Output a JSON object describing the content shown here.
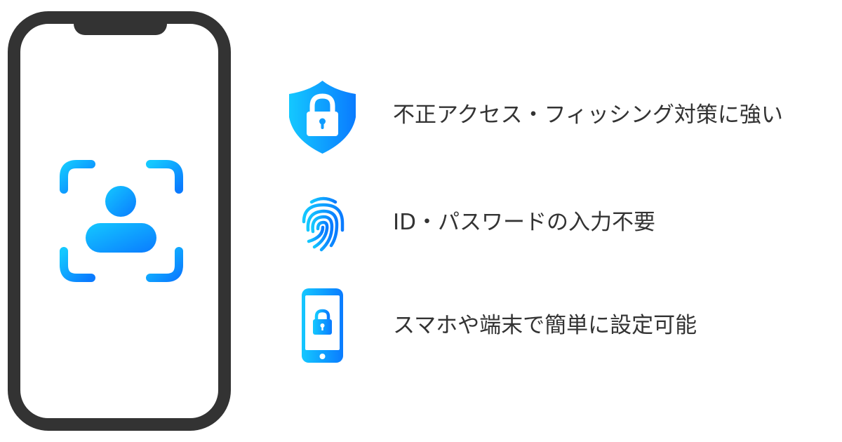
{
  "colors": {
    "gradient_start": "#14c8ff",
    "gradient_end": "#0a7bff",
    "phone_frame": "#333333",
    "text": "#333333"
  },
  "phone": {
    "icon": "face-id-icon"
  },
  "features": [
    {
      "icon": "shield-lock-icon",
      "label": "不正アクセス・フィッシング対策に強い"
    },
    {
      "icon": "fingerprint-icon",
      "label": "ID・パスワードの入力不要"
    },
    {
      "icon": "smartphone-lock-icon",
      "label": "スマホや端末で簡単に設定可能"
    }
  ]
}
